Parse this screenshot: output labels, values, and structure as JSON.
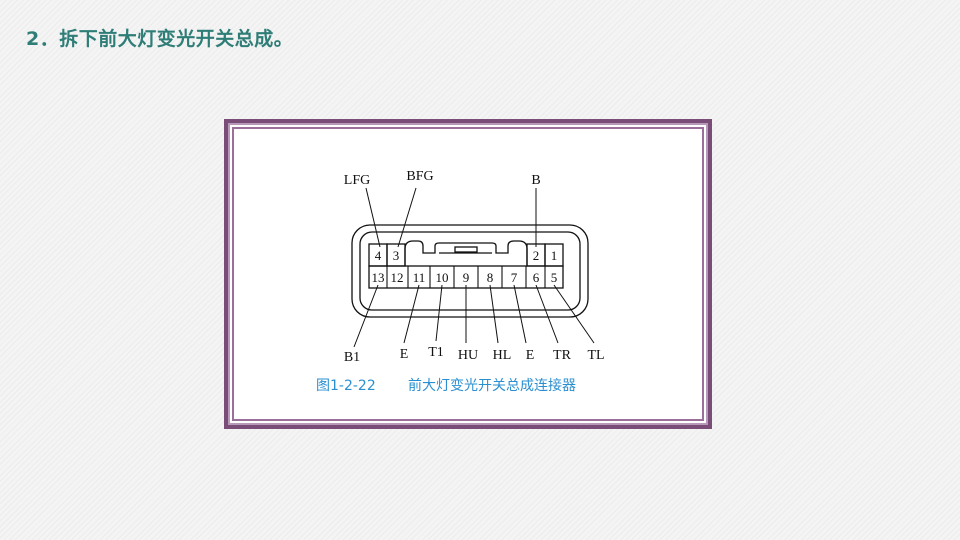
{
  "slide": {
    "title": "2．拆下前大灯变光开关总成。"
  },
  "figure": {
    "caption_number": "图1-2-22",
    "caption_text": "前大灯变光开关总成连接器",
    "top_row_pins": [
      "4",
      "3",
      "2",
      "1"
    ],
    "bottom_row_pins": [
      "13",
      "12",
      "11",
      "10",
      "9",
      "8",
      "7",
      "6",
      "5"
    ],
    "top_signals": {
      "lfg": "LFG",
      "bfg": "BFG",
      "b": "B"
    },
    "bottom_signals": {
      "b1": "B1",
      "e1": "E",
      "t1": "T1",
      "hu": "HU",
      "hl": "HL",
      "e2": "E",
      "tr": "TR",
      "tl": "TL"
    }
  }
}
